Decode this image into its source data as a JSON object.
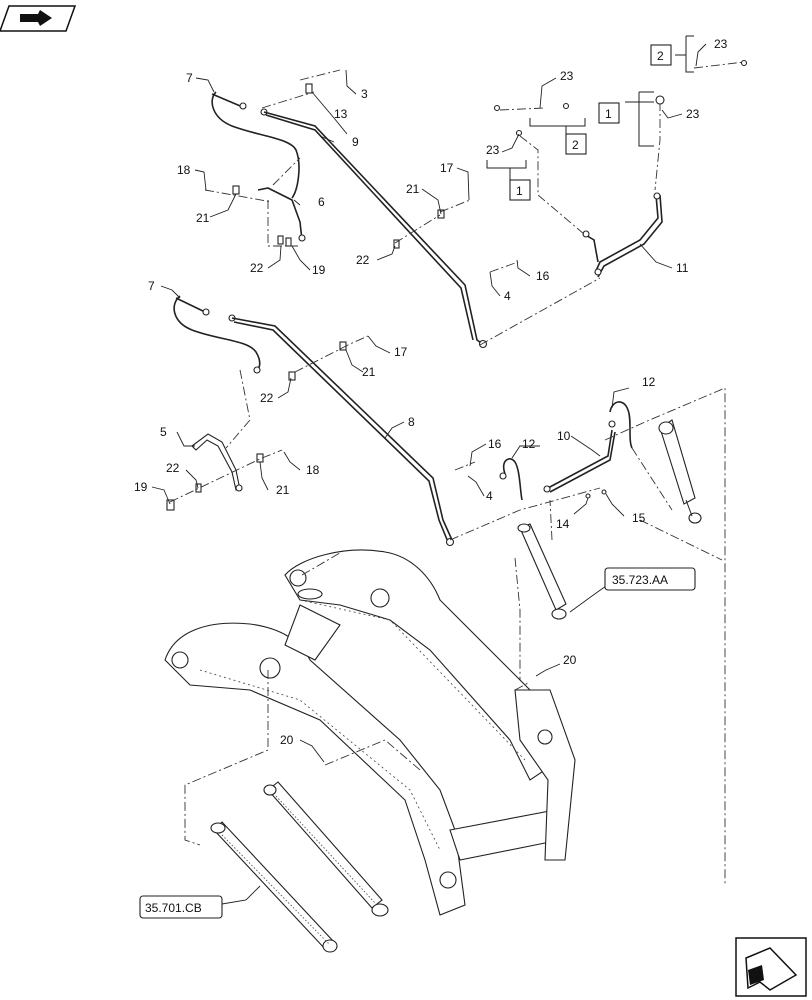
{
  "callouts": [
    {
      "label": "7"
    },
    {
      "label": "13"
    },
    {
      "label": "3"
    },
    {
      "label": "9"
    },
    {
      "label": "18"
    },
    {
      "label": "21"
    },
    {
      "label": "6"
    },
    {
      "label": "21"
    },
    {
      "label": "17"
    },
    {
      "label": "22"
    },
    {
      "label": "19"
    },
    {
      "label": "22"
    },
    {
      "label": "4"
    },
    {
      "label": "16"
    },
    {
      "label": "23"
    },
    {
      "label": "23"
    },
    {
      "label": "23"
    },
    {
      "label": "23"
    },
    {
      "label": "11"
    },
    {
      "label": "7"
    },
    {
      "label": "17"
    },
    {
      "label": "21"
    },
    {
      "label": "22"
    },
    {
      "label": "8"
    },
    {
      "label": "5"
    },
    {
      "label": "18"
    },
    {
      "label": "21"
    },
    {
      "label": "22"
    },
    {
      "label": "19"
    },
    {
      "label": "16"
    },
    {
      "label": "4"
    },
    {
      "label": "12"
    },
    {
      "label": "10"
    },
    {
      "label": "12"
    },
    {
      "label": "14"
    },
    {
      "label": "15"
    },
    {
      "label": "20"
    },
    {
      "label": "20"
    }
  ],
  "boxed_callouts": [
    {
      "label": "2"
    },
    {
      "label": "2"
    },
    {
      "label": "1"
    },
    {
      "label": "1"
    }
  ],
  "references": [
    {
      "label": "35.723.AA"
    },
    {
      "label": "35.701.CB"
    }
  ],
  "icons": {
    "top_left": "page-nav-icon",
    "bottom_right": "next-page-arrow-icon"
  }
}
